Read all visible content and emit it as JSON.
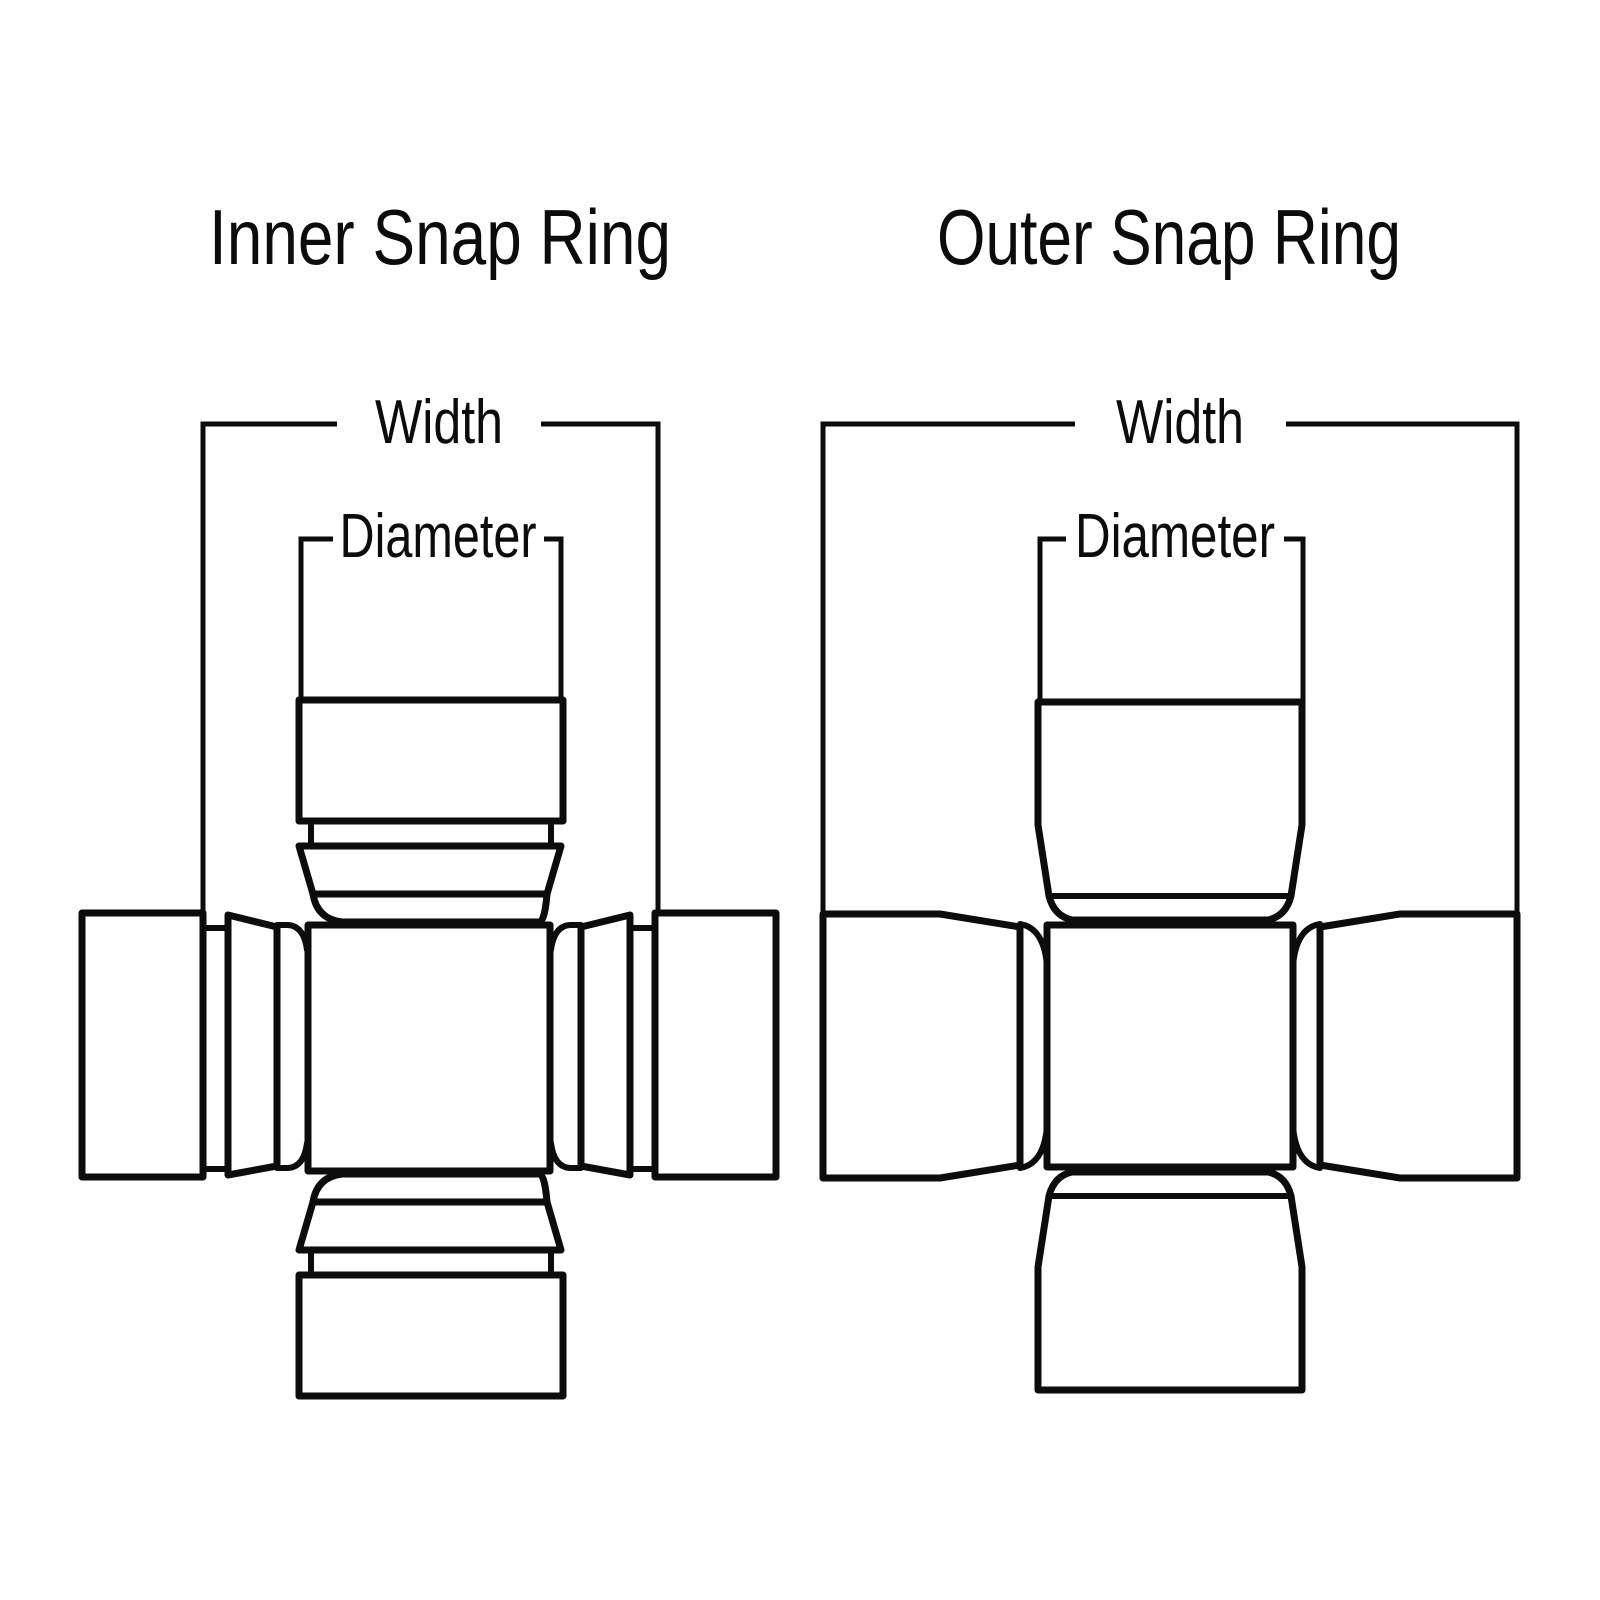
{
  "colors": {
    "ink": "#0c0c0c",
    "background": "#ffffff"
  },
  "diagrams": [
    {
      "id": "inner-snap-ring",
      "title": "Inner Snap Ring",
      "labels": {
        "width": "Width",
        "diameter": "Diameter"
      }
    },
    {
      "id": "outer-snap-ring",
      "title": "Outer Snap Ring",
      "labels": {
        "width": "Width",
        "diameter": "Diameter"
      }
    }
  ]
}
